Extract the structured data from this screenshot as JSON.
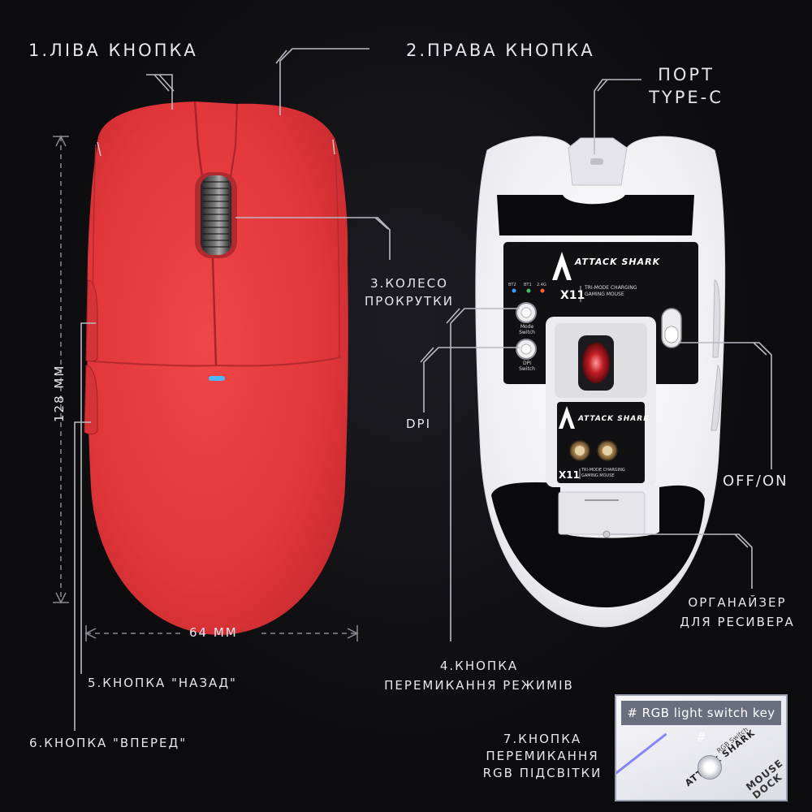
{
  "labels": {
    "left_button": "1.ЛІВА КНОПКА",
    "right_button": "2.ПРАВА КНОПКА",
    "port_line1": "ПОРТ",
    "port_line2": "TYPE-C",
    "wheel_line1": "3.КОЛЕСО",
    "wheel_line2": "ПРОКРУТКИ",
    "dpi": "DPI",
    "off_on": "OFF/ON",
    "organizer_line1": "ОРГАНАЙЗЕР",
    "organizer_line2": "ДЛЯ РЕСИВЕРА",
    "mode_line1": "4.КНОПКА",
    "mode_line2": "ПЕРЕМИКАННЯ РЕЖИМІВ",
    "back_button": "5.КНОПКА \"НАЗАД\"",
    "forward_button": "6.КНОПКА \"ВПЕРЕД\"",
    "rgb_line1": "7.КНОПКА",
    "rgb_line2": "ПЕРЕМИКАННЯ",
    "rgb_line3": "RGB ПІДСВІТКИ",
    "height_dim": "128 ММ",
    "width_dim": "64 ММ"
  },
  "mouse_bottom": {
    "brand": "ATTACK SHARK",
    "model": "X11",
    "desc_line1": "TRI-MODE CHARGING",
    "desc_line2": "GAMING MOUSE",
    "led_bt2": "BT2",
    "led_bt1": "BT1",
    "led_24g": "2.4G",
    "mode_switch_line1": "Mode",
    "mode_switch_line2": "Switch",
    "dpi_switch_line1": "DPI",
    "dpi_switch_line2": "Switch"
  },
  "rgb_card": {
    "header": "# RGB light switch key #",
    "brand": "ATTACK SHARK",
    "small_text": "RGB Switch",
    "mouse_text_line1": "MOUSE",
    "mouse_text_line2": "DOCK"
  },
  "colors": {
    "background": "#0c0c0e",
    "mouse_red": "#e8383b",
    "mouse_white": "#f2f2f4",
    "accent_blue": "#4fb6ff"
  }
}
